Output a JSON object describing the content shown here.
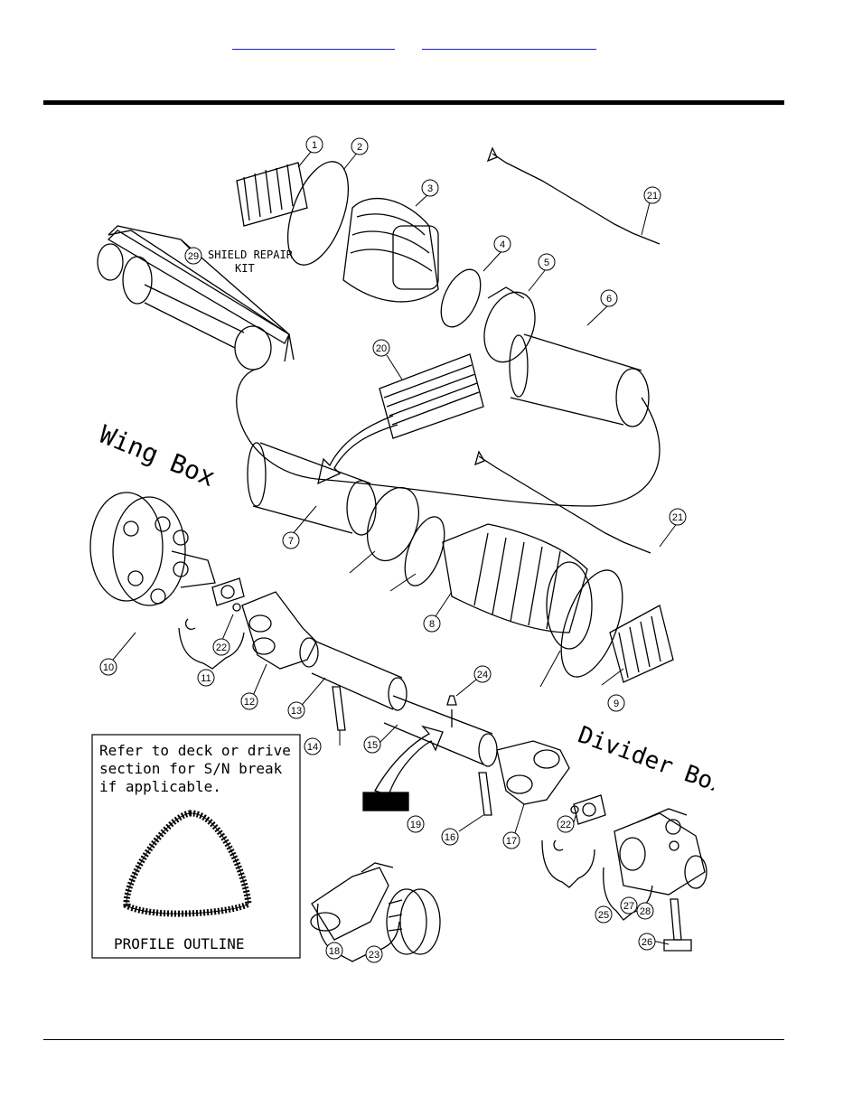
{
  "nav": {
    "link_left": "",
    "link_right": ""
  },
  "diagram": {
    "callouts": [
      "1",
      "2",
      "3",
      "4",
      "5",
      "6",
      "7",
      "8",
      "9",
      "10",
      "11",
      "12",
      "13",
      "14",
      "15",
      "16",
      "17",
      "18",
      "19",
      "20",
      "21",
      "22",
      "23",
      "24",
      "25",
      "26",
      "27",
      "28",
      "29"
    ],
    "shield_repair_kit_line1": "SHIELD REPAIR",
    "shield_repair_kit_line2": "KIT",
    "wing_box_label": "Wing Box",
    "divider_box_label": "Divider Box",
    "note_line1": "Refer to deck or drive",
    "note_line2": "section for S/N break",
    "note_line3": "if applicable.",
    "profile_label": "PROFILE OUTLINE"
  }
}
